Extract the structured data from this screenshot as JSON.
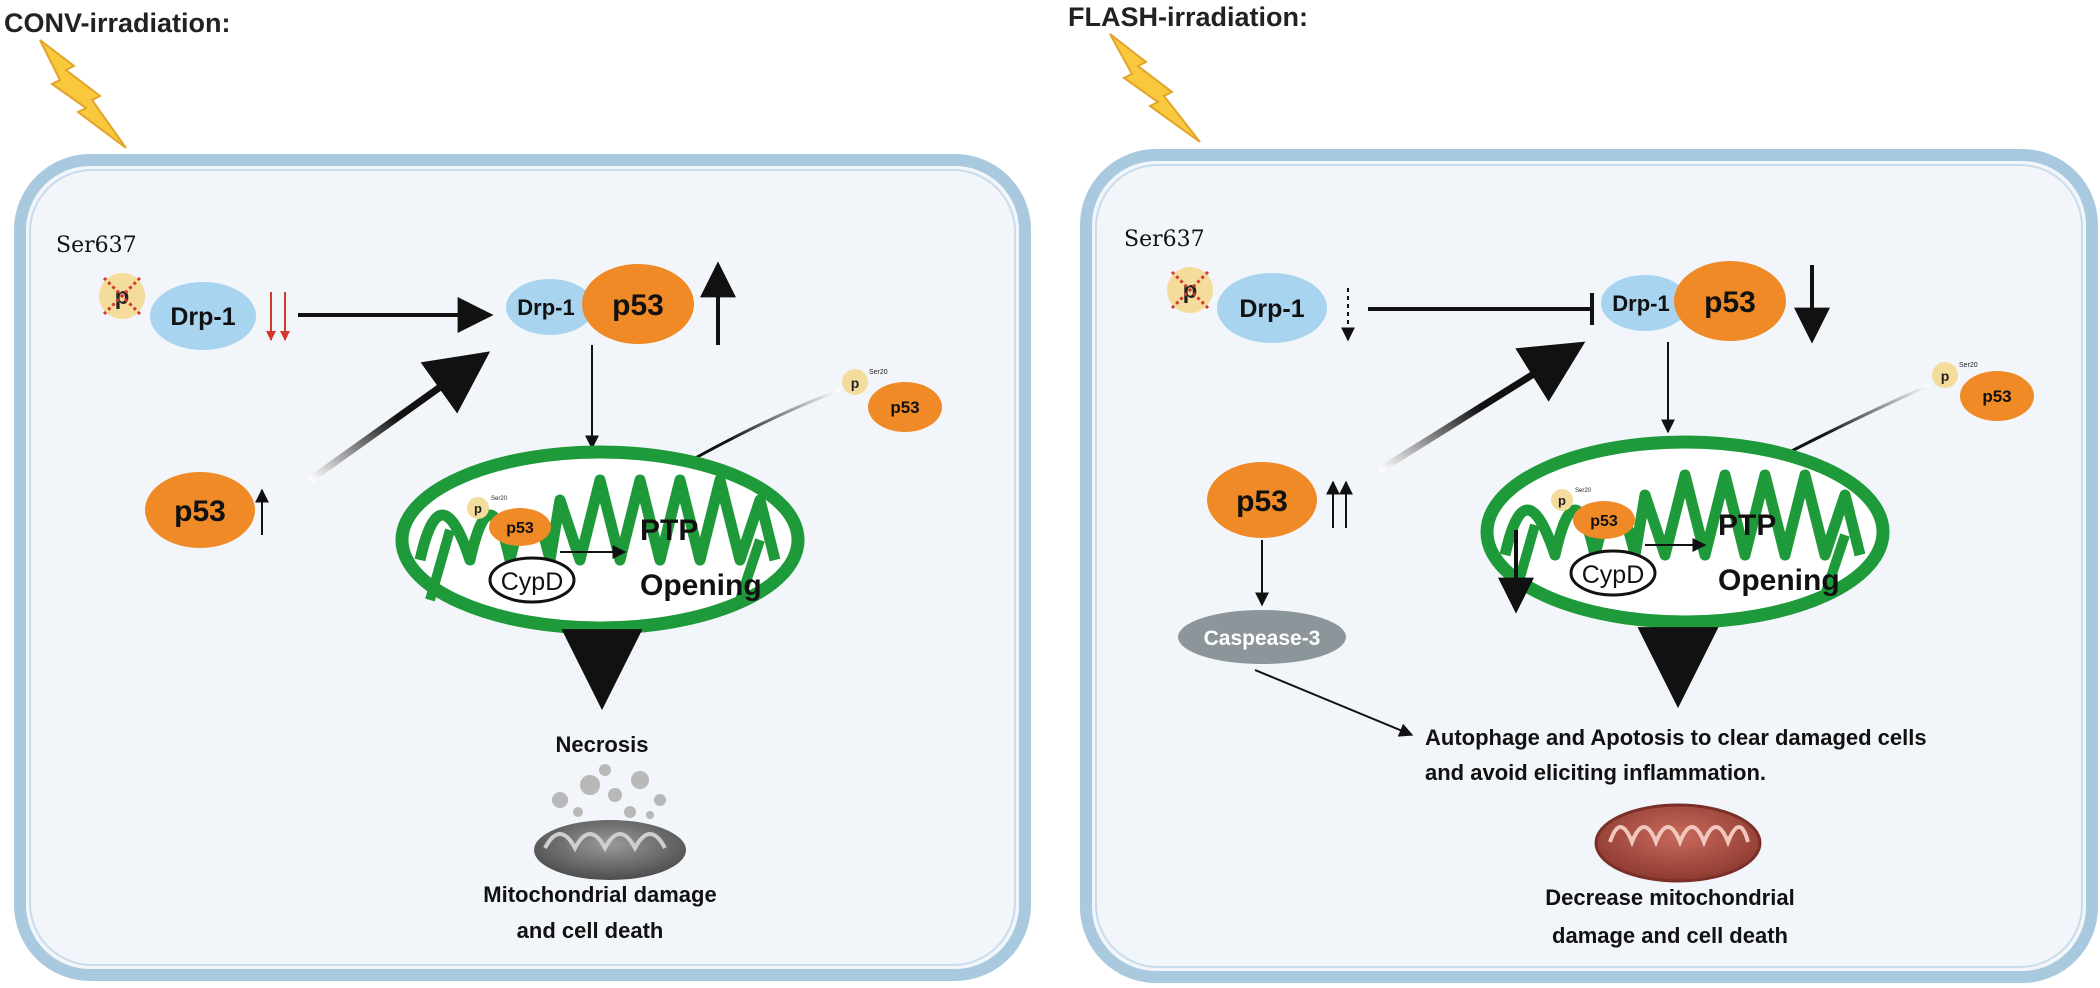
{
  "panels": {
    "conv": {
      "title": "CONV-irradiation:",
      "ser_label": "Ser637",
      "p_label": "p",
      "drp1": "Drp-1",
      "complex_drp1": "Drp-1",
      "complex_p53": "p53",
      "free_p53": "p53",
      "p_small": "p",
      "ser_small": "Ser20",
      "p53_small": "p53",
      "mito_p": "p",
      "mito_ser": "Ser20",
      "mito_p53": "p53",
      "cypd": "CypD",
      "ptp_line1": "PTP",
      "ptp_line2": "Opening",
      "outcome": "Necrosis",
      "result_line1": "Mitochondrial damage",
      "result_line2": "and cell death"
    },
    "flash": {
      "title": "FLASH-irradiation:",
      "ser_label": "Ser637",
      "p_label": "p",
      "drp1": "Drp-1",
      "complex_drp1": "Drp-1",
      "complex_p53": "p53",
      "free_p53": "p53",
      "p_small": "p",
      "ser_small": "Ser20",
      "p53_small": "p53",
      "mito_p": "p",
      "mito_ser": "Ser20",
      "mito_p53": "p53",
      "cypd": "CypD",
      "ptp_line1": "PTP",
      "ptp_line2": "Opening",
      "caspase": "Caspease-3",
      "outcome_line1": "Autophage and Apotosis to clear damaged cells",
      "outcome_line2": "and avoid eliciting inflammation.",
      "result_line1": "Decrease mitochondrial",
      "result_line2": "damage and cell death"
    }
  },
  "colors": {
    "cell_border": "#a9c9df",
    "cell_fill": "#f2f6fa",
    "drp1": "#a8d4f0",
    "p53": "#ef8a27",
    "phospho": "#f4dc9c",
    "mito": "#1f9a3a",
    "caspase": "#8c9599",
    "bolt": "#f9c83d",
    "red_arrow": "#d23a2e"
  }
}
